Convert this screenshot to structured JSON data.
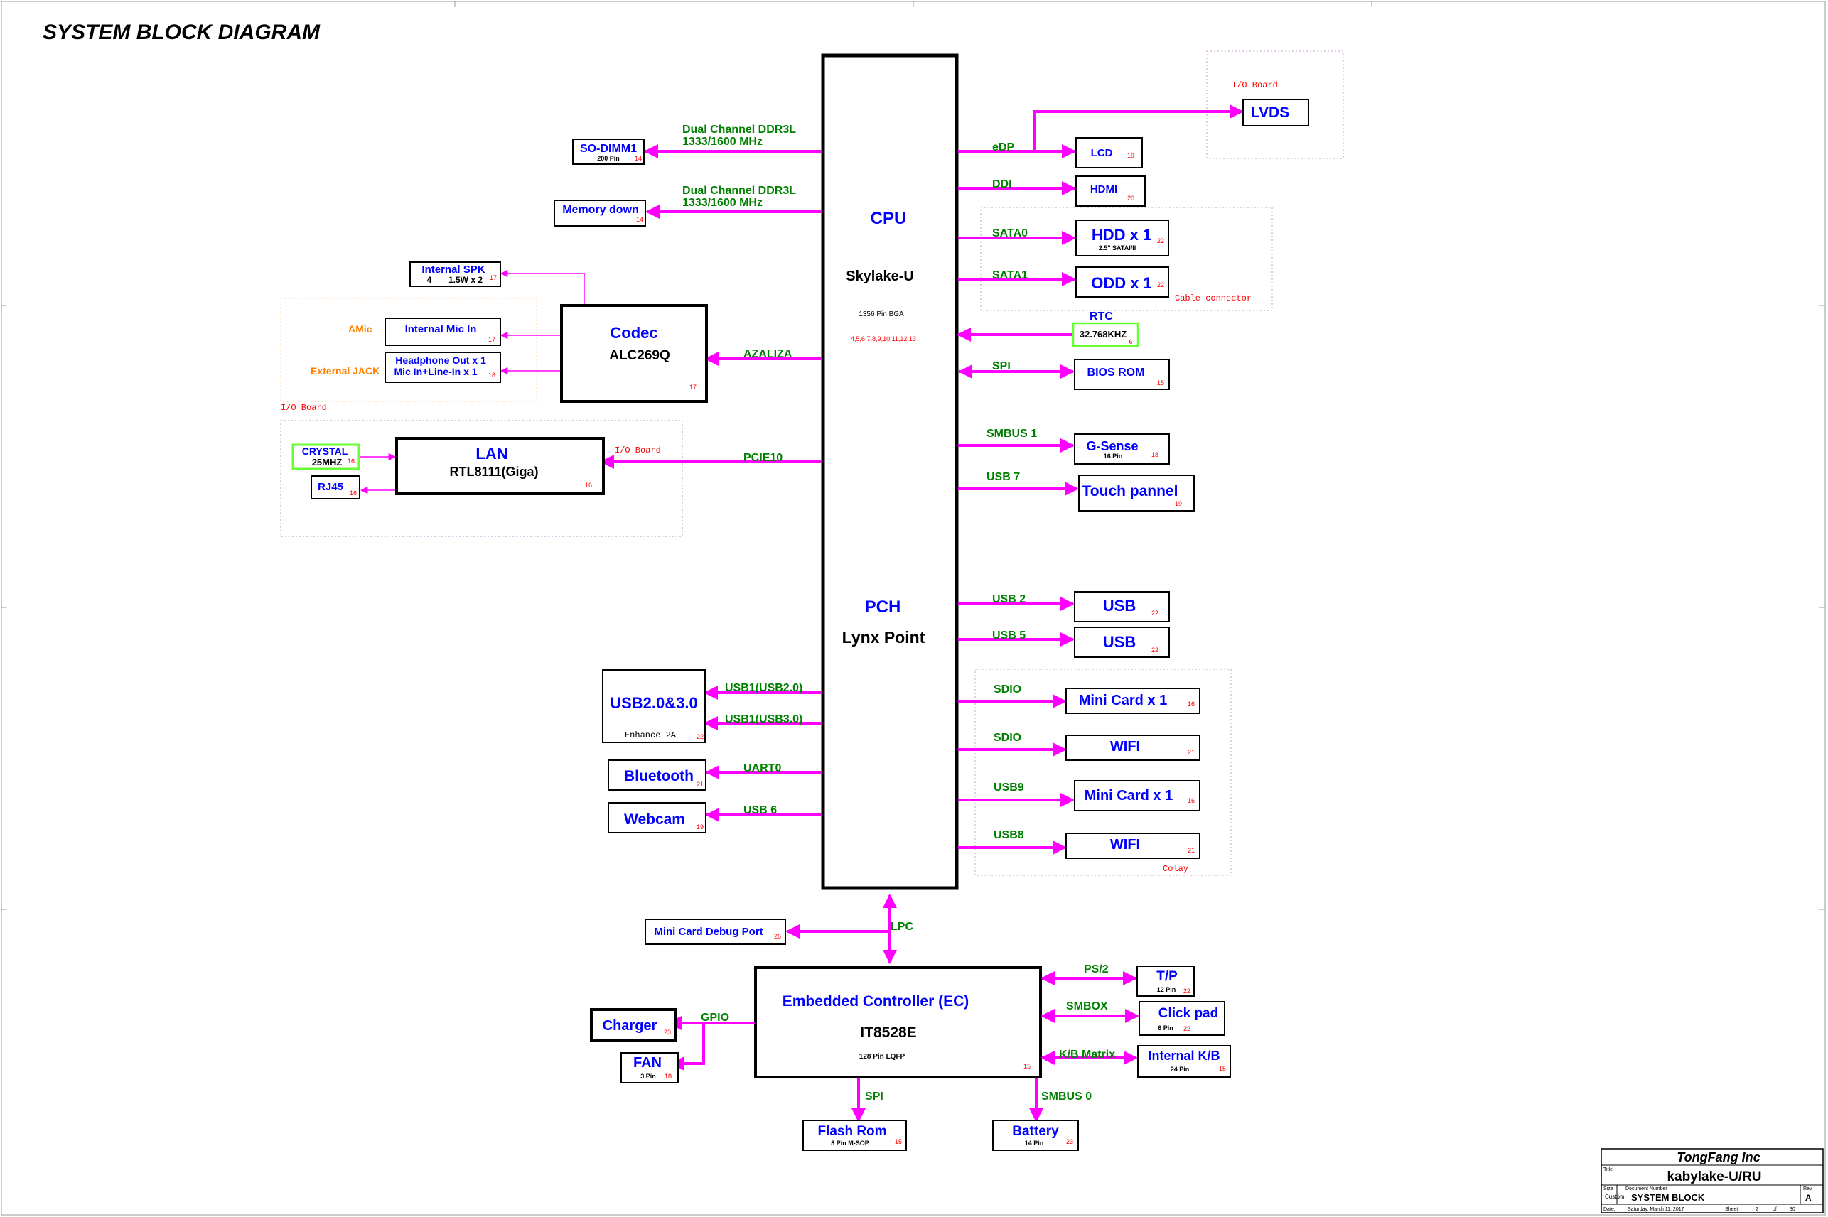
{
  "title": "SYSTEM BLOCK DIAGRAM",
  "colors": {
    "bus": "#ff00ff",
    "label": "#008000",
    "block": "#0000ff",
    "ref": "#ff0000",
    "note": "#ff8000",
    "crystal": "#66ff33"
  },
  "cpu": {
    "title": "CPU",
    "model": "Skylake-U",
    "package": "1356 Pin BGA",
    "pages": "4,5,6,7,8,9,10,11,12,13"
  },
  "pch": {
    "title": "PCH",
    "model": "Lynx Point"
  },
  "sodimm": {
    "label": "SO-DIMM1",
    "sub": "200 Pin",
    "ref": "14",
    "bus1": "Dual Channel DDR3L",
    "bus2": "1333/1600 MHz"
  },
  "memdown": {
    "label": "Memory down",
    "ref": "14",
    "bus1": "Dual Channel DDR3L",
    "bus2": "1333/1600 MHz"
  },
  "spk": {
    "label": "Internal SPK",
    "sub1": "4",
    "sub2": "1.5W x 2",
    "ref": "17"
  },
  "codec": {
    "title": "Codec",
    "model": "ALC269Q",
    "ref": "17",
    "bus": "AZALIZA"
  },
  "amic": {
    "note": "AMic",
    "label": "Internal Mic In",
    "ref": "17"
  },
  "jack": {
    "note": "External JACK",
    "label1": "Headphone Out x 1",
    "label2": "Mic In+Line-In x 1",
    "ref": "18"
  },
  "ioboard_audio": "I/O Board",
  "lan": {
    "title": "LAN",
    "model": "RTL8111(Giga)",
    "ref": "16",
    "bus": "PCIE10",
    "ioboard": "I/O Board"
  },
  "crystal": {
    "label": "CRYSTAL",
    "sub": "25MHZ",
    "ref": "16"
  },
  "rj45": {
    "label": "RJ45",
    "ref": "16"
  },
  "usb_conn": {
    "label": "USB2.0&3.0",
    "sub": "Enhance 2A",
    "ref": "22",
    "bus1": "USB1(USB2.0)",
    "bus2": "USB1(USB3.0)"
  },
  "bluetooth": {
    "label": "Bluetooth",
    "ref": "21",
    "bus": "UART0"
  },
  "webcam": {
    "label": "Webcam",
    "ref": "19",
    "bus": "USB 6"
  },
  "lvds": {
    "label": "LVDS",
    "ioboard": "I/O Board"
  },
  "lcd": {
    "label": "LCD",
    "ref": "19",
    "bus": "eDP"
  },
  "hdmi": {
    "label": "HDMI",
    "ref": "20",
    "bus": "DDI"
  },
  "hdd": {
    "label": "HDD x 1",
    "sub": "2.5\" SATAI/II",
    "ref": "22",
    "bus": "SATA0"
  },
  "odd": {
    "label": "ODD x 1",
    "ref": "22",
    "bus": "SATA1",
    "note": "Cable connector"
  },
  "rtc": {
    "label": "32.768KHZ",
    "ref": "6",
    "bus": "RTC"
  },
  "bios": {
    "label": "BIOS ROM",
    "ref": "15",
    "bus": "SPI"
  },
  "gsense": {
    "label": "G-Sense",
    "sub": "16 Pin",
    "ref": "18",
    "bus": "SMBUS 1"
  },
  "touch": {
    "label": "Touch pannel",
    "ref": "19",
    "bus": "USB 7"
  },
  "usb2": {
    "label": "USB",
    "ref": "22",
    "bus": "USB 2"
  },
  "usb5": {
    "label": "USB",
    "ref": "22",
    "bus": "USB 5"
  },
  "minicard1": {
    "label": "Mini Card x 1",
    "ref": "16",
    "bus": "SDIO"
  },
  "wifi1": {
    "label": "WIFI",
    "ref": "21",
    "bus": "SDIO"
  },
  "minicard2": {
    "label": "Mini Card x 1",
    "ref": "16",
    "bus": "USB9"
  },
  "wifi2": {
    "label": "WIFI",
    "ref": "21",
    "bus": "USB8",
    "note": "Colay"
  },
  "debug": {
    "label": "Mini Card Debug Port",
    "ref": "26",
    "bus": "LPC"
  },
  "ec": {
    "title": "Embedded Controller (EC)",
    "model": "IT8528E",
    "package": "128 Pin LQFP",
    "ref": "15"
  },
  "charger": {
    "label": "Charger",
    "ref": "23",
    "bus": "GPIO"
  },
  "fan": {
    "label": "FAN",
    "sub": "3 Pin",
    "ref": "18"
  },
  "flash": {
    "label": "Flash Rom",
    "sub": "8 Pin M-SOP",
    "ref": "15",
    "bus": "SPI"
  },
  "battery": {
    "label": "Battery",
    "sub": "14 Pin",
    "ref": "23",
    "bus": "SMBUS 0"
  },
  "tp": {
    "label": "T/P",
    "sub": "12 Pin",
    "ref": "22",
    "bus": "PS/2"
  },
  "clickpad": {
    "label": "Click pad",
    "sub": "6 Pin",
    "ref": "22",
    "bus": "SMBOX"
  },
  "kb": {
    "label": "Internal K/B",
    "sub": "24 Pin",
    "ref": "15",
    "bus": "K/B Matrix"
  },
  "titleblock": {
    "company": "TongFang Inc",
    "title_label": "Title",
    "title": "kabylake-U/RU",
    "size_label": "Size",
    "size": "Custom",
    "docnum_label": "Document Number",
    "docnum": "SYSTEM BLOCK",
    "rev_label": "Rev",
    "rev": "A",
    "date_label": "Date:",
    "date": "Saturday, March 11, 2017",
    "sheet_label": "Sheet",
    "sheet": "2",
    "of_label": "of",
    "total": "30"
  }
}
